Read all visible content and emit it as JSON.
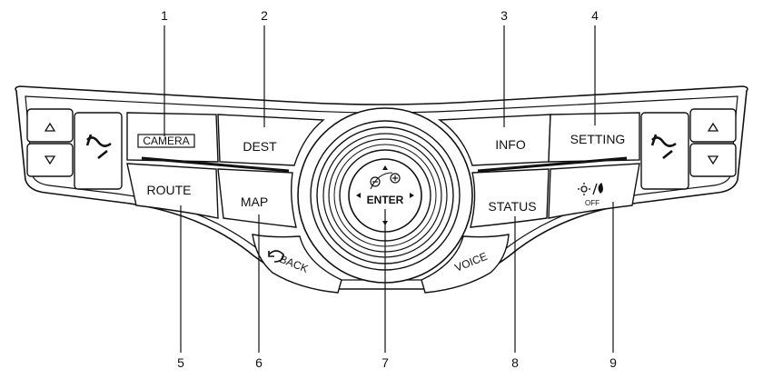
{
  "callouts": [
    "1",
    "2",
    "3",
    "4",
    "5",
    "6",
    "7",
    "8",
    "9"
  ],
  "buttons": {
    "camera": "CAMERA",
    "dest": "DEST",
    "info": "INFO",
    "setting": "SETTING",
    "route": "ROUTE",
    "map": "MAP",
    "status": "STATUS",
    "back": "BACK",
    "voice": "VOICE",
    "enter": "ENTER",
    "off": "OFF"
  },
  "icons": {
    "up_arrow": "triangle-up-icon",
    "down_arrow": "triangle-down-icon",
    "seat_climate": "seat-airflow-icon",
    "back_arrow": "back-arrow-icon",
    "brightness": "brightness-day-night-icon",
    "zoom_out": "zoom-out-icon",
    "zoom_in": "zoom-in-icon"
  }
}
